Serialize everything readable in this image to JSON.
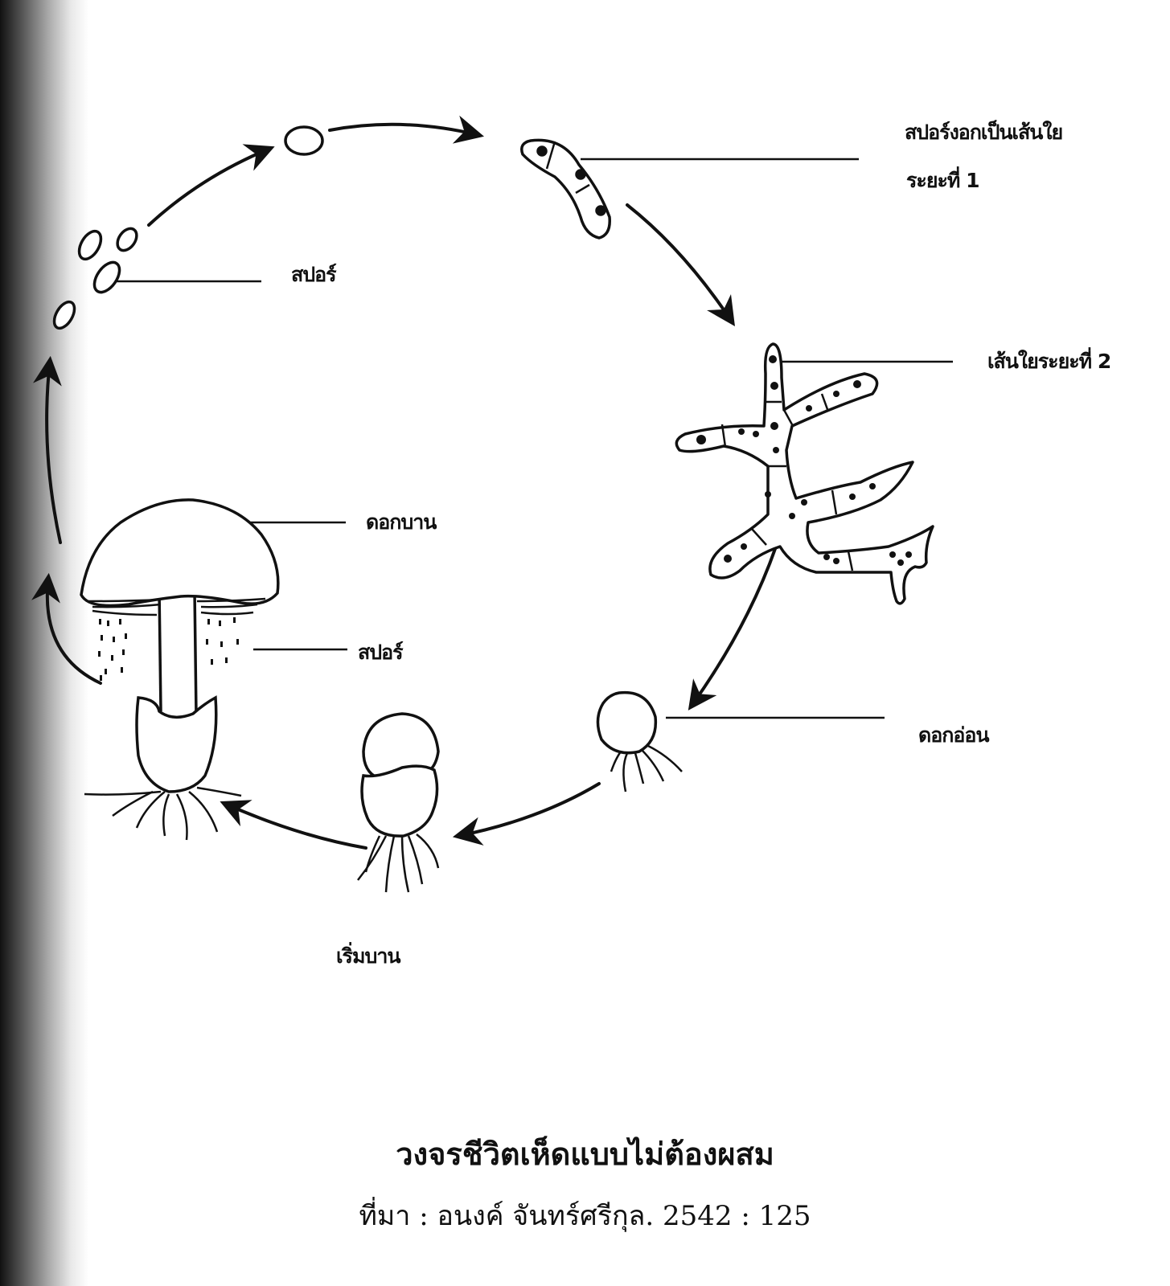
{
  "labels": {
    "spore_germinate_line1": "สปอร์งอกเป็นเส้นใย",
    "spore_germinate_line2": "ระยะที่ 1",
    "spore_top": "สปอร์",
    "hypha_stage2": "เส้นใยระยะที่ 2",
    "mature_cap": "ดอกบาน",
    "spore_falling": "สปอร์",
    "young_fruit": "ดอกอ่อน",
    "starting_bloom": "เริ่มบาน"
  },
  "caption": {
    "title": "วงจรชีวิตเห็ดแบบไม่ต้องผสม",
    "source": "ที่มา : อนงค์ จันทร์ศรีกุล. 2542 : 125"
  },
  "colors": {
    "ink": "#111111",
    "paper": "#ffffff"
  }
}
